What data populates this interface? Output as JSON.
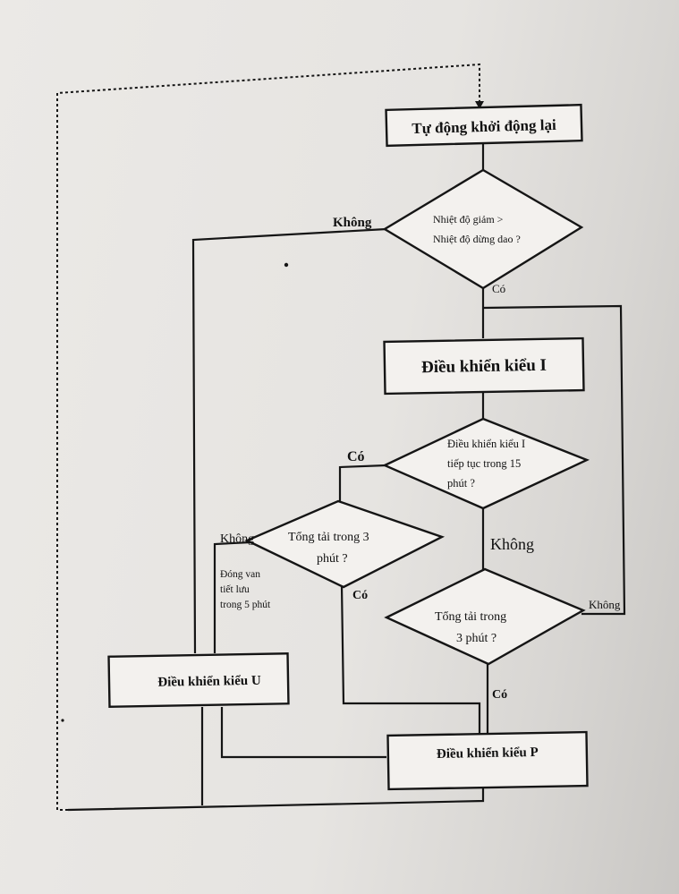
{
  "flowchart": {
    "nodes": {
      "auto_restart": "Tự động khởi động lại",
      "temp_check_line1": "Nhiệt độ giảm  >",
      "temp_check_line2": "Nhiệt độ dừng dao ?",
      "control_type_i": "Điều khiển kiểu I",
      "continue_check_line1": "Điều khiển kiểu I",
      "continue_check_line2": "tiếp tục trong 15",
      "continue_check_line3": "phút ?",
      "full_load_left_line1": "Tổng tải trong 3",
      "full_load_left_line2": "phút ?",
      "valve_note_line1": "Đóng van",
      "valve_note_line2": "tiết lưu",
      "valve_note_line3": "trong 5 phút",
      "full_load_right_line1": "Tổng tải trong",
      "full_load_right_line2": "3 phút ?",
      "control_type_u": "Điều khiển kiểu U",
      "control_type_p": "Điều khiển kiểu P"
    },
    "edge_labels": {
      "temp_no": "Không",
      "temp_yes": "Có",
      "continue_yes": "Có",
      "continue_no": "Không",
      "left_no": "Không",
      "left_yes": "Có",
      "right_no": "Không",
      "right_yes": "Có"
    }
  }
}
